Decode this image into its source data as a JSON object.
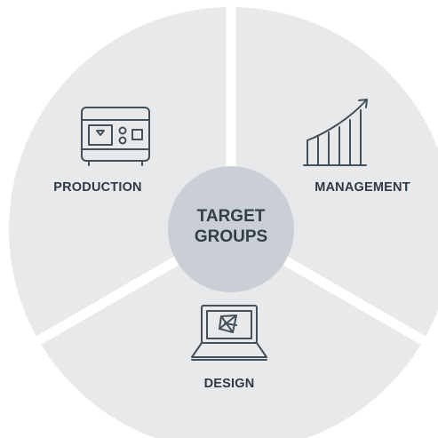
{
  "center": {
    "line1": "TARGET",
    "line2": "GROUPS"
  },
  "segments": [
    {
      "id": "production",
      "label": "PRODUCTION",
      "icon": "machine-icon"
    },
    {
      "id": "management",
      "label": "MANAGEMENT",
      "icon": "growth-chart-icon"
    },
    {
      "id": "design",
      "label": "DESIGN",
      "icon": "laptop-design-icon"
    }
  ],
  "colors": {
    "segment_fill": "#e7e9eb",
    "center_fill": "#c9cfd5",
    "icon_stroke": "#44505a",
    "text": "#2f3a44"
  }
}
